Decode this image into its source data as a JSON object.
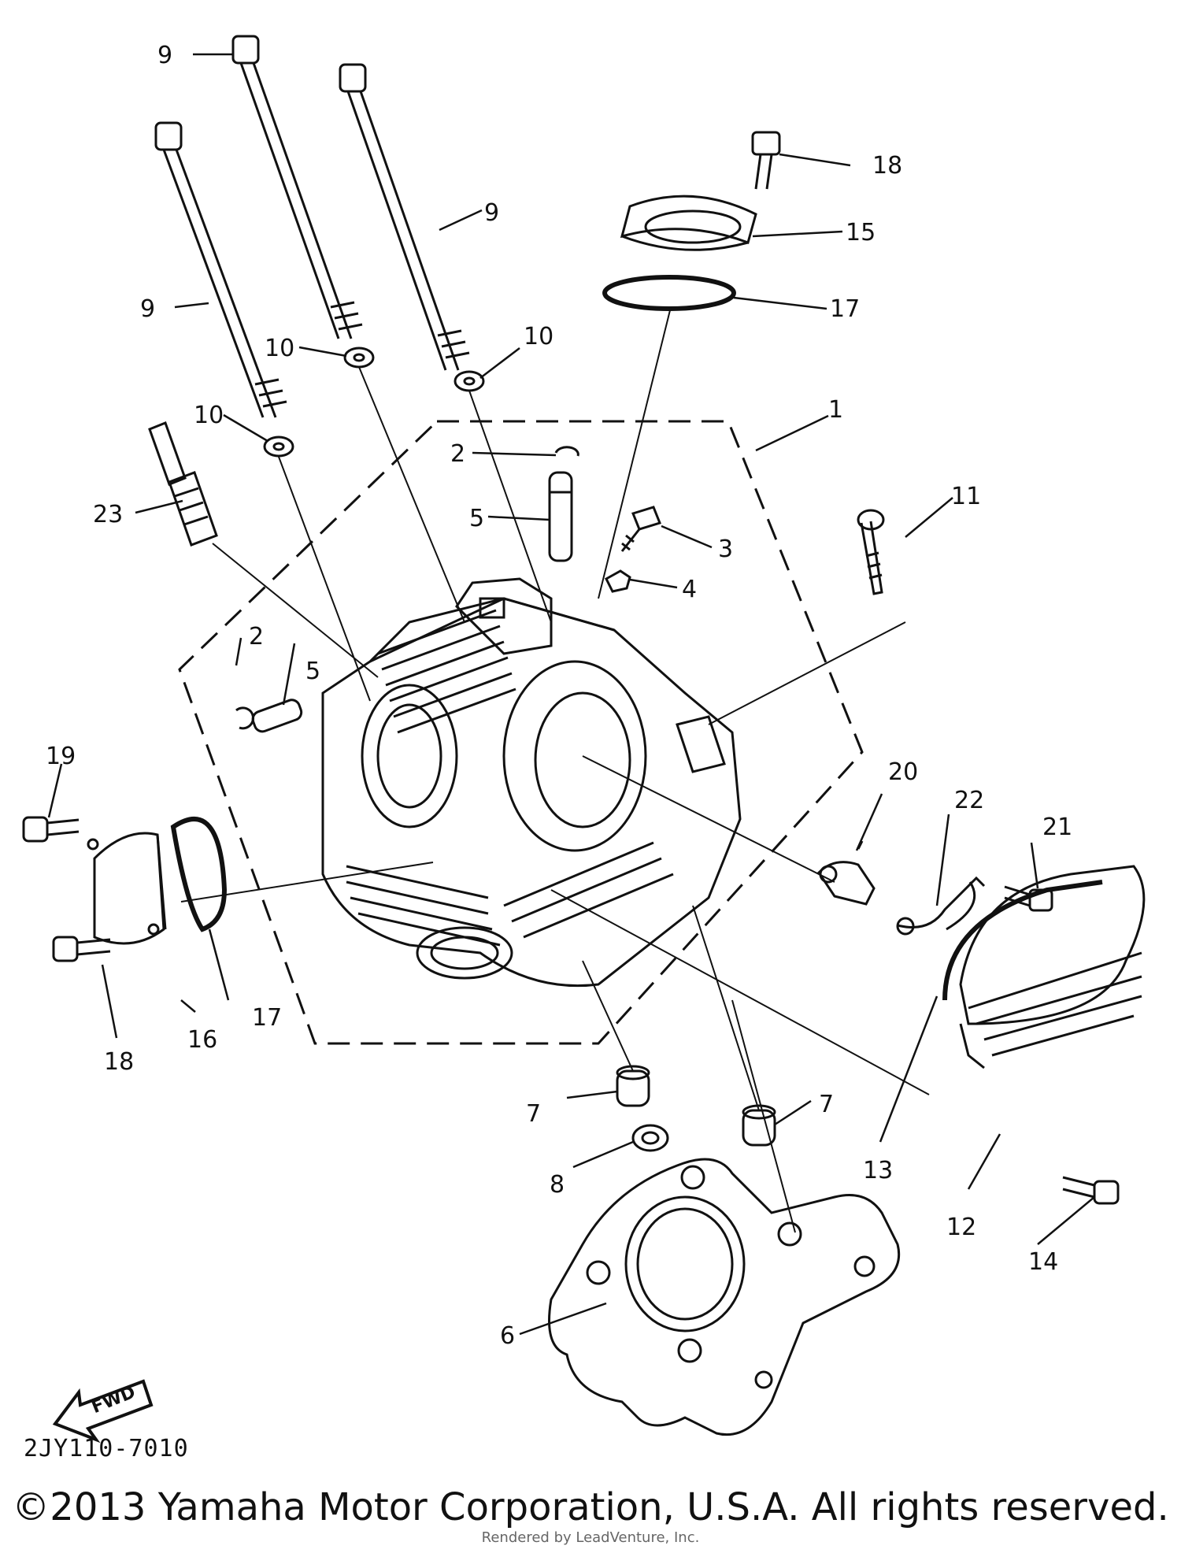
{
  "callouts": [
    {
      "id": "c9a",
      "text": "9"
    },
    {
      "id": "c9b",
      "text": "9"
    },
    {
      "id": "c9c",
      "text": "9"
    },
    {
      "id": "c10a",
      "text": "10"
    },
    {
      "id": "c10b",
      "text": "10"
    },
    {
      "id": "c10c",
      "text": "10"
    },
    {
      "id": "c23",
      "text": "23"
    },
    {
      "id": "c2a",
      "text": "2"
    },
    {
      "id": "c5a",
      "text": "5"
    },
    {
      "id": "c3",
      "text": "3"
    },
    {
      "id": "c4",
      "text": "4"
    },
    {
      "id": "c1",
      "text": "1"
    },
    {
      "id": "c11",
      "text": "11"
    },
    {
      "id": "c18a",
      "text": "18"
    },
    {
      "id": "c15",
      "text": "15"
    },
    {
      "id": "c17a",
      "text": "17"
    },
    {
      "id": "c2b",
      "text": "2"
    },
    {
      "id": "c5b",
      "text": "5"
    },
    {
      "id": "c19",
      "text": "19"
    },
    {
      "id": "c17b",
      "text": "17"
    },
    {
      "id": "c16",
      "text": "16"
    },
    {
      "id": "c18b",
      "text": "18"
    },
    {
      "id": "c20",
      "text": "20"
    },
    {
      "id": "c22",
      "text": "22"
    },
    {
      "id": "c21",
      "text": "21"
    },
    {
      "id": "c7a",
      "text": "7"
    },
    {
      "id": "c7b",
      "text": "7"
    },
    {
      "id": "c8",
      "text": "8"
    },
    {
      "id": "c13",
      "text": "13"
    },
    {
      "id": "c12",
      "text": "12"
    },
    {
      "id": "c14",
      "text": "14"
    },
    {
      "id": "c6",
      "text": "6"
    }
  ],
  "fwd_label": "FWD",
  "diagram_code": "2JY110-7010",
  "copyright": "©2013 Yamaha Motor Corporation, U.S.A. All rights reserved.",
  "rendered_by": "Rendered by LeadVenture, Inc.",
  "colors": {
    "ink": "#111111",
    "paper": "#ffffff"
  }
}
